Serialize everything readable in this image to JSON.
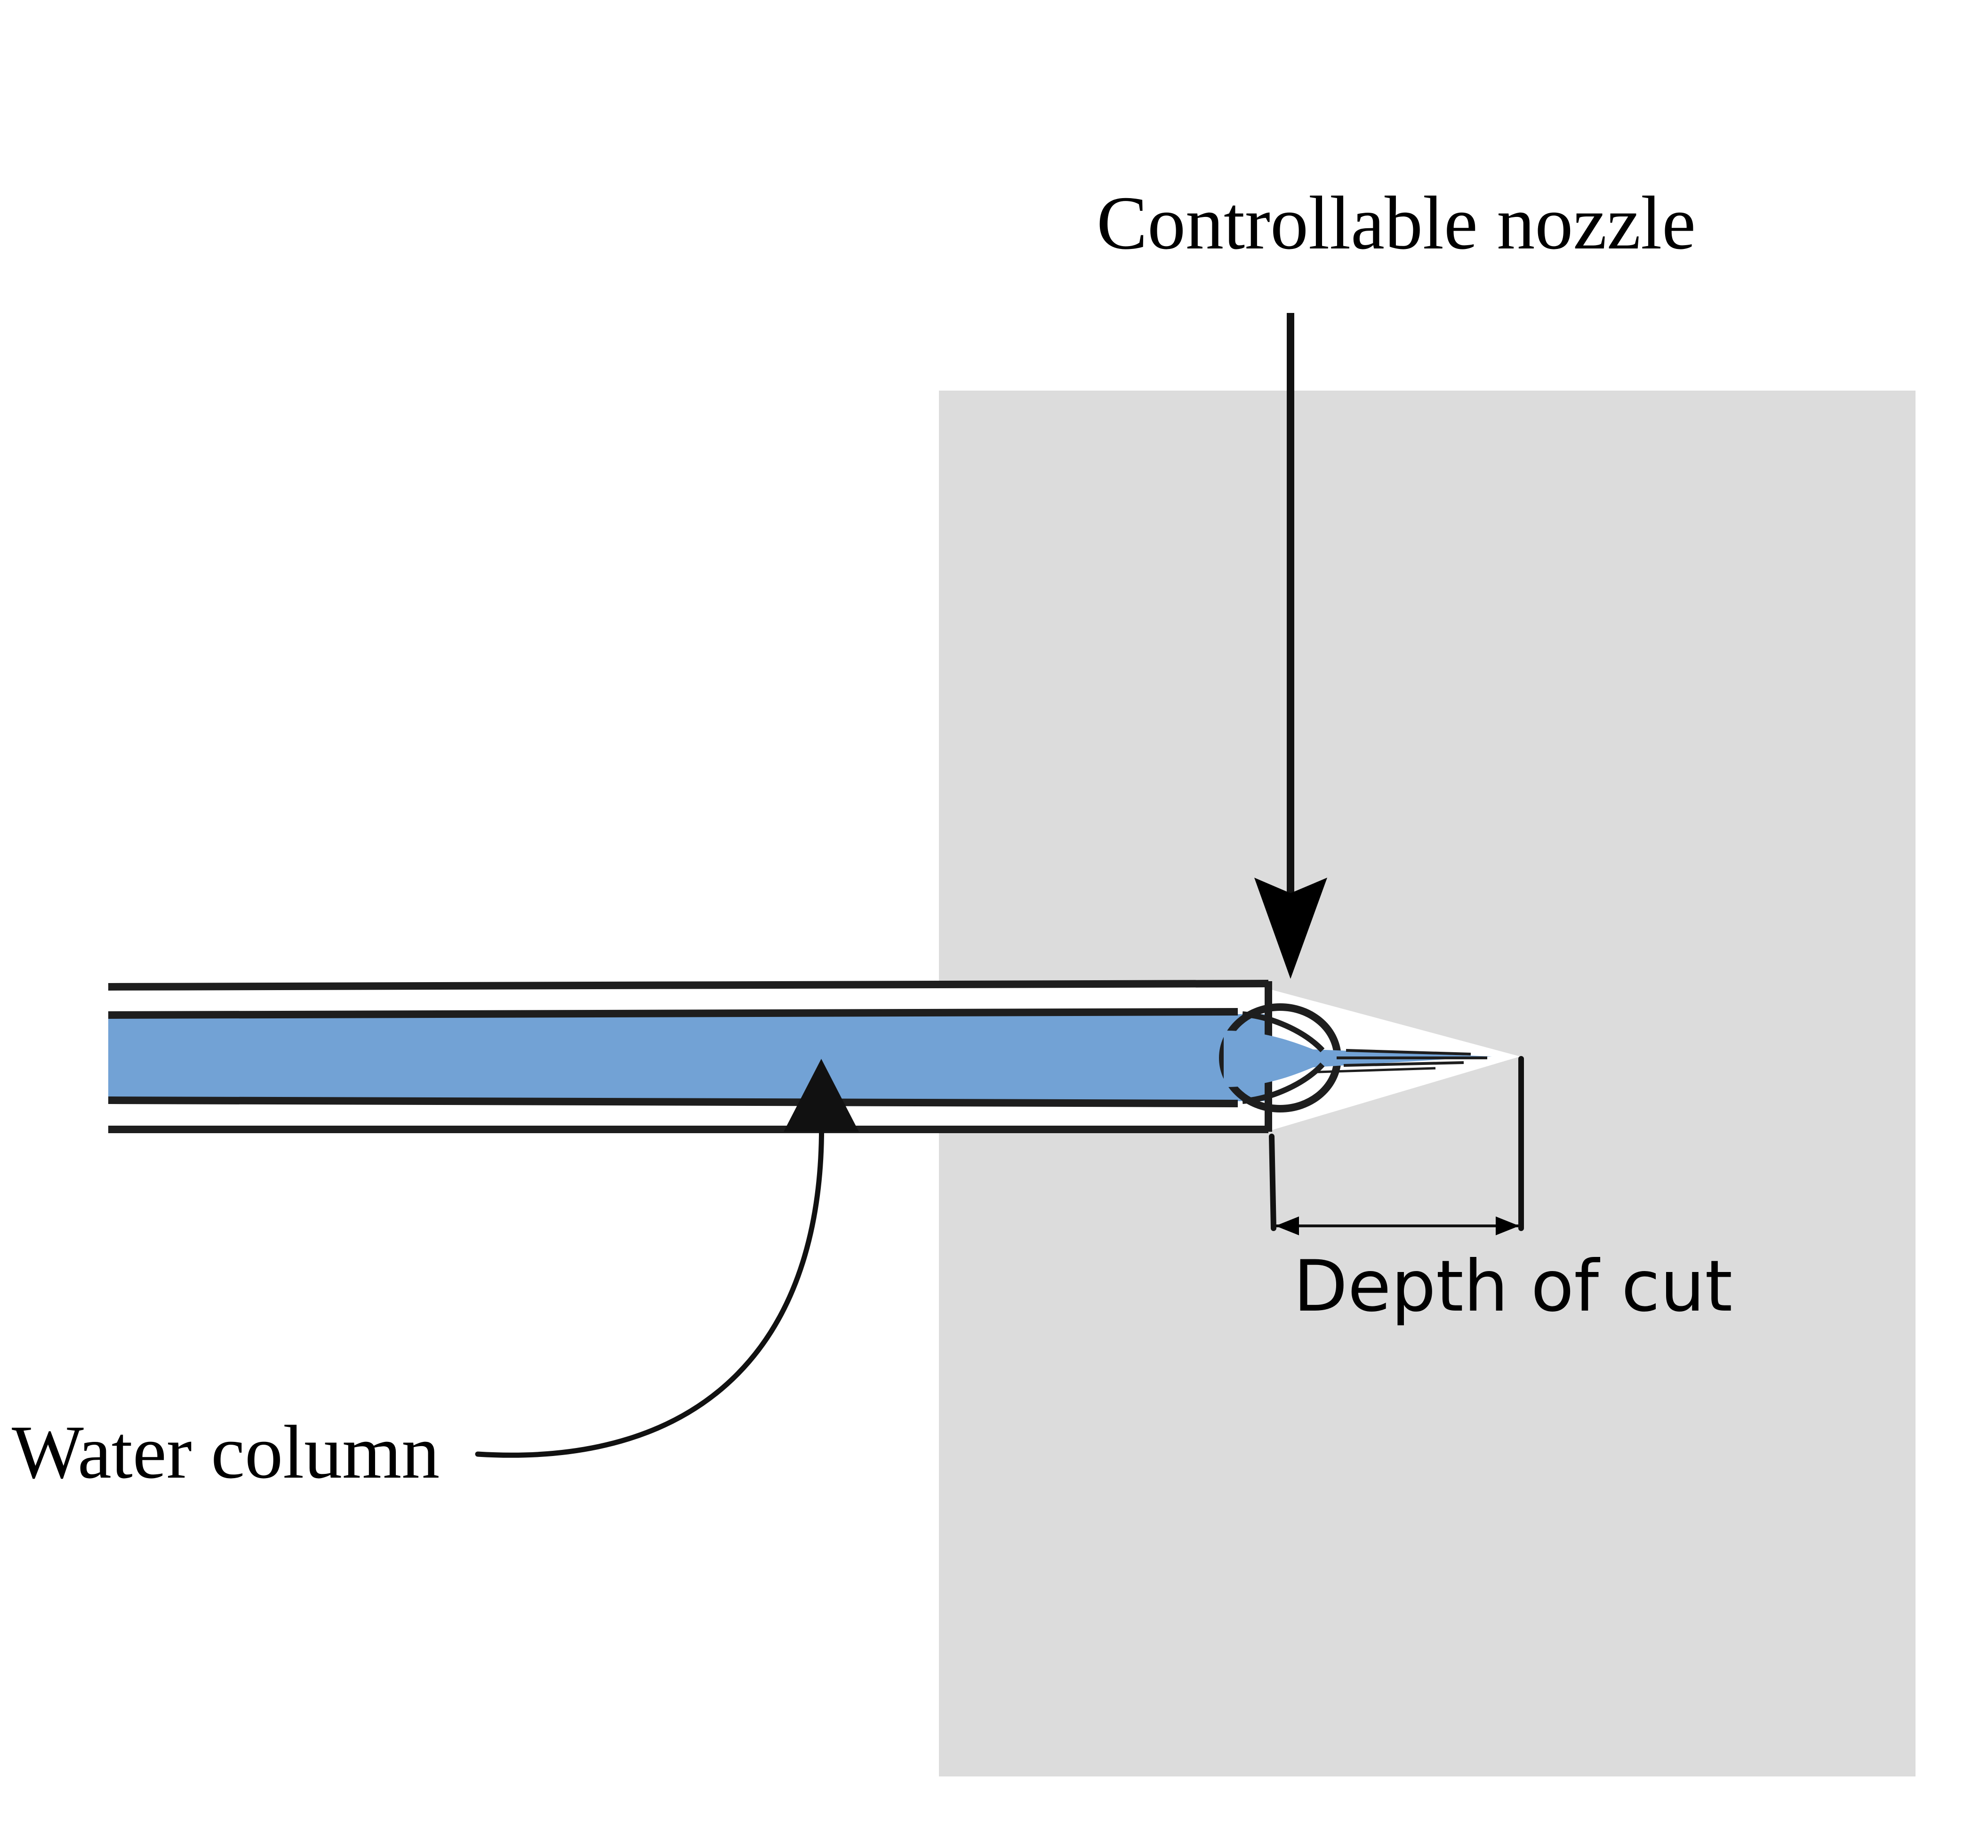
{
  "labels": {
    "nozzle": "Controllable nozzle",
    "depth": "Depth of cut",
    "water": "Water column"
  },
  "colors": {
    "background": "#ffffff",
    "workpiece": "#dcdcdc",
    "water": "#72a2d5",
    "outline": "#1e1e1e",
    "text": "#000000"
  }
}
